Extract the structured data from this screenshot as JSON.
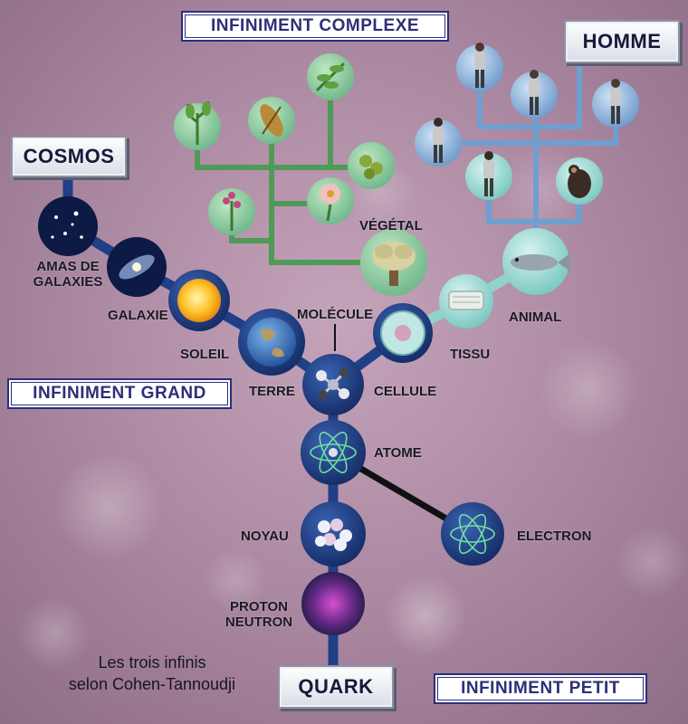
{
  "colors": {
    "background": "#a9869f",
    "complex_branch": "#4f9a57",
    "human_branch": "#6f9fd0",
    "animal_branch": "#8fd3cc",
    "node_dark_blue": "#1f3f86",
    "small_line": "#111111"
  },
  "headings": {
    "cosmos": "COSMOS",
    "homme": "HOMME",
    "quark": "QUARK",
    "infiniment_complexe": "INFINIMENT COMPLEXE",
    "infiniment_grand": "INFINIMENT GRAND",
    "infiniment_petit": "INFINIMENT PETIT"
  },
  "labels": {
    "amas_line1": "AMAS DE",
    "amas_line2": "GALAXIES",
    "galaxie": "GALAXIE",
    "soleil": "SOLEIL",
    "terre": "TERRE",
    "molecule": "MOLÉCULE",
    "cellule": "CELLULE",
    "tissu": "TISSU",
    "vegetal": "VÉGÉTAL",
    "animal": "ANIMAL",
    "atome": "ATOME",
    "electron": "ELECTRON",
    "noyau": "NOYAU",
    "proton": "PROTON",
    "neutron": "NEUTRON"
  },
  "caption": {
    "line1": "Les trois infinis",
    "line2": "selon Cohen-Tannoudji"
  },
  "icons": {
    "amas": "galaxy-cluster-icon",
    "galaxie": "spiral-galaxy-icon",
    "soleil": "sun-icon",
    "terre": "earth-icon",
    "molecule": "molecule-icon",
    "cellule": "cell-icon",
    "tissu": "tissue-icon",
    "vegetal": "tree-icon",
    "animal": "fish-icon",
    "atome": "atom-icon",
    "electron": "electron-orbit-icon",
    "noyau": "nucleus-icon",
    "proton_neutron": "proton-neutron-icon",
    "plants": "plant-icon",
    "humans": "human-figure-icon",
    "ape": "ape-icon"
  }
}
